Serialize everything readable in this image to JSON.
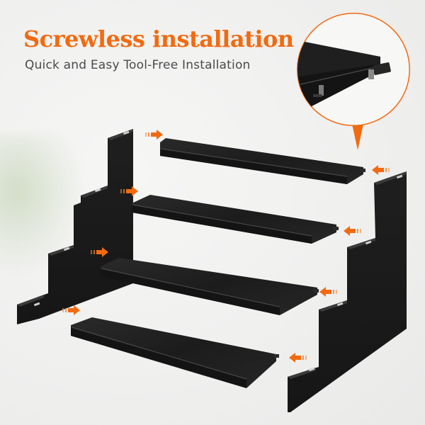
{
  "header": {
    "title": "Screwless installation",
    "subtitle": "Quick and Easy Tool-Free Installation"
  },
  "product": {
    "name": "4-tier black display riser shelf",
    "tiers": 4,
    "parts": [
      "left-stepped-bracket",
      "right-stepped-bracket",
      "shelf-1",
      "shelf-2",
      "shelf-3",
      "shelf-4"
    ],
    "detail_callout": "clip connector close-up"
  },
  "colors": {
    "accent": "#f26a10",
    "text_gray": "#4a4a4a",
    "product_black": "#1e1e1e",
    "background": "#efefee"
  }
}
